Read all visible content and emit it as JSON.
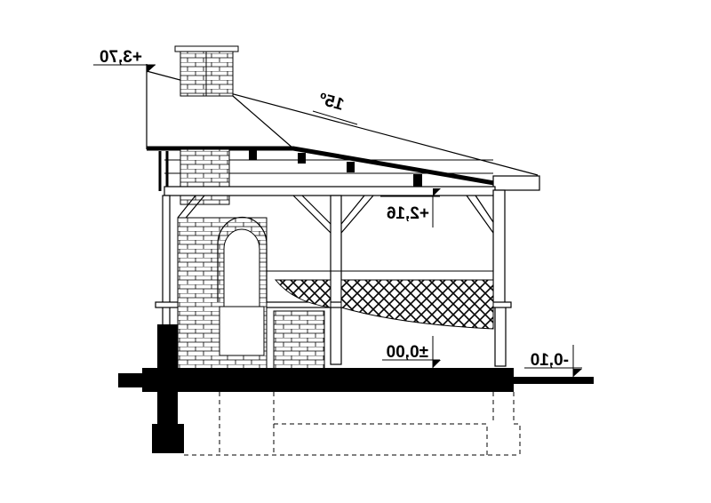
{
  "drawing": {
    "type": "architectural-section",
    "mirrored": true,
    "levels": {
      "ridge": "+3,70",
      "beam": "+2,16",
      "floor": "±0,00",
      "ground": "-0,10"
    },
    "roof_slope": "15º"
  },
  "colors": {
    "line": "#000000",
    "background": "#ffffff"
  }
}
